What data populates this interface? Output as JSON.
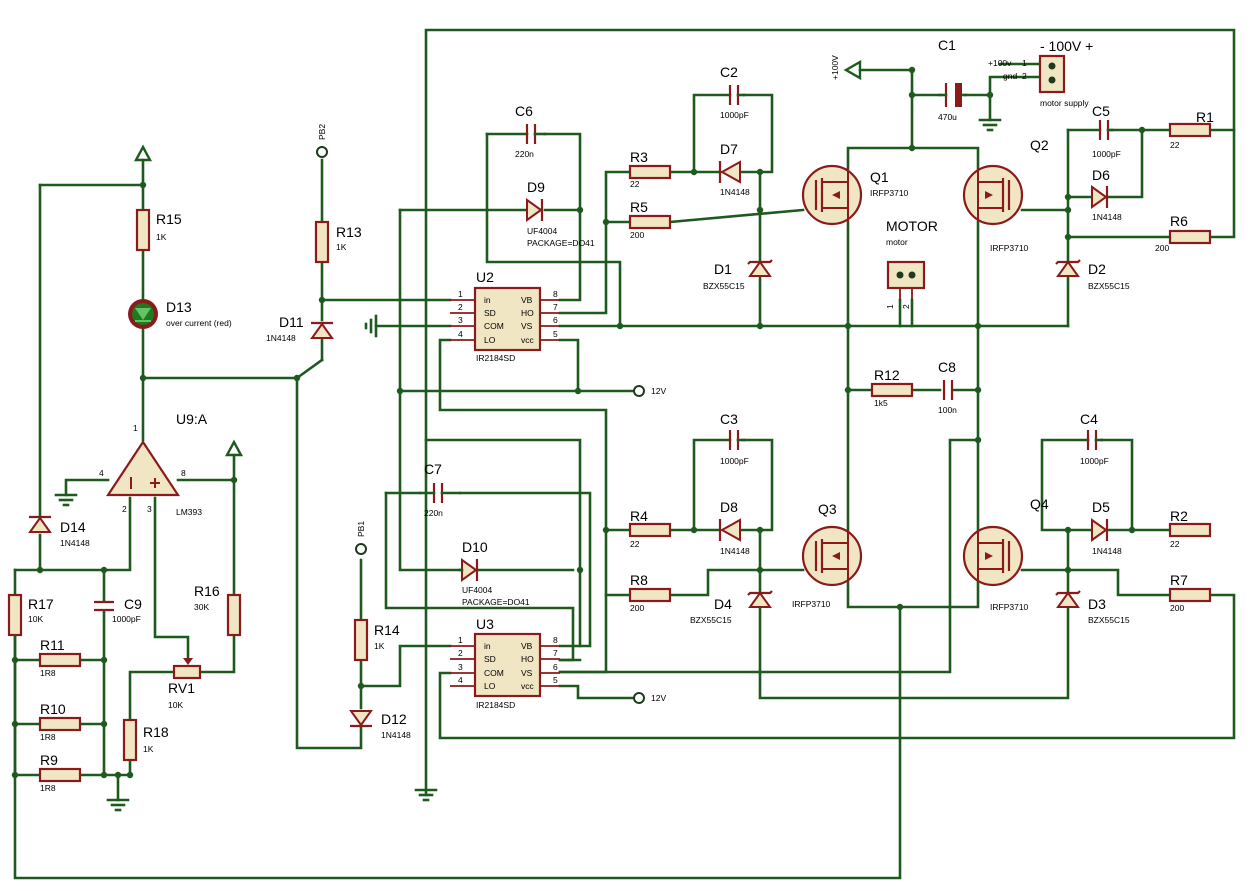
{
  "components": {
    "R1": {
      "ref": "R1",
      "value": "22"
    },
    "R2": {
      "ref": "R2",
      "value": "22"
    },
    "R3": {
      "ref": "R3",
      "value": "22"
    },
    "R4": {
      "ref": "R4",
      "value": "22"
    },
    "R5": {
      "ref": "R5",
      "value": "200"
    },
    "R6": {
      "ref": "R6",
      "value": "200"
    },
    "R7": {
      "ref": "R7",
      "value": "200"
    },
    "R8": {
      "ref": "R8",
      "value": "200"
    },
    "R9": {
      "ref": "R9",
      "value": "1R8"
    },
    "R10": {
      "ref": "R10",
      "value": "1R8"
    },
    "R11": {
      "ref": "R11",
      "value": "1R8"
    },
    "R12": {
      "ref": "R12",
      "value": "1k5"
    },
    "R13": {
      "ref": "R13",
      "value": "1K"
    },
    "R14": {
      "ref": "R14",
      "value": "1K"
    },
    "R15": {
      "ref": "R15",
      "value": "1K"
    },
    "R16": {
      "ref": "R16",
      "value": "30K"
    },
    "R17": {
      "ref": "R17",
      "value": "10K"
    },
    "R18": {
      "ref": "R18",
      "value": "1K"
    },
    "RV1": {
      "ref": "RV1",
      "value": "10K"
    },
    "C1": {
      "ref": "C1",
      "value": "470u"
    },
    "C2": {
      "ref": "C2",
      "value": "1000pF"
    },
    "C3": {
      "ref": "C3",
      "value": "1000pF"
    },
    "C4": {
      "ref": "C4",
      "value": "1000pF"
    },
    "C5": {
      "ref": "C5",
      "value": "1000pF"
    },
    "C6": {
      "ref": "C6",
      "value": "220n"
    },
    "C7": {
      "ref": "C7",
      "value": "220n"
    },
    "C8": {
      "ref": "C8",
      "value": "100n"
    },
    "C9": {
      "ref": "C9",
      "value": "1000pF"
    },
    "D1": {
      "ref": "D1",
      "value": "BZX55C15"
    },
    "D2": {
      "ref": "D2",
      "value": "BZX55C15"
    },
    "D3": {
      "ref": "D3",
      "value": "BZX55C15"
    },
    "D4": {
      "ref": "D4",
      "value": "BZX55C15"
    },
    "D5": {
      "ref": "D5",
      "value": "1N4148"
    },
    "D6": {
      "ref": "D6",
      "value": "1N4148"
    },
    "D7": {
      "ref": "D7",
      "value": "1N4148"
    },
    "D8": {
      "ref": "D8",
      "value": "1N4148"
    },
    "D9": {
      "ref": "D9",
      "value": "UF4004",
      "pkg": "PACKAGE=DO41"
    },
    "D10": {
      "ref": "D10",
      "value": "UF4004",
      "pkg": "PACKAGE=DO41"
    },
    "D11": {
      "ref": "D11",
      "value": "1N4148"
    },
    "D12": {
      "ref": "D12",
      "value": "1N4148"
    },
    "D13": {
      "ref": "D13",
      "value": "over current (red)"
    },
    "D14": {
      "ref": "D14",
      "value": "1N4148"
    },
    "Q1": {
      "ref": "Q1",
      "value": "IRFP3710"
    },
    "Q2": {
      "ref": "Q2",
      "value": "IRFP3710"
    },
    "Q3": {
      "ref": "Q3",
      "value": "IRFP3710"
    },
    "Q4": {
      "ref": "Q4",
      "value": "IRFP3710"
    },
    "U2": {
      "ref": "U2",
      "value": "IR2184SD"
    },
    "U3": {
      "ref": "U3",
      "value": "IR2184SD"
    },
    "U9": {
      "ref": "U9:A",
      "value": "LM393"
    },
    "MOTOR": {
      "ref": "MOTOR",
      "value": "motor"
    },
    "SUPPLY": {
      "ref": "- 100V +",
      "value": "motor supply",
      "pin1": "+100v",
      "pin2": "gnd"
    }
  },
  "driver_pins": {
    "left": [
      {
        "num": "1",
        "name": "in"
      },
      {
        "num": "2",
        "name": "SD"
      },
      {
        "num": "3",
        "name": "COM"
      },
      {
        "num": "4",
        "name": "LO"
      }
    ],
    "right": [
      {
        "num": "8",
        "name": "VB"
      },
      {
        "num": "7",
        "name": "HO"
      },
      {
        "num": "6",
        "name": "VS"
      },
      {
        "num": "5",
        "name": "vcc"
      }
    ]
  },
  "nets": {
    "v100": "+100V",
    "v12_top": "12V",
    "v12_bot": "12V",
    "pb1": "PB1",
    "pb2": "PB2"
  },
  "pin_numbers": {
    "one": "1",
    "two": "2",
    "three": "3",
    "four": "4",
    "eight": "8"
  },
  "colors": {
    "wire": "#1e5a1e",
    "part": "#8b1a1a",
    "body": "#f1e6c4"
  }
}
